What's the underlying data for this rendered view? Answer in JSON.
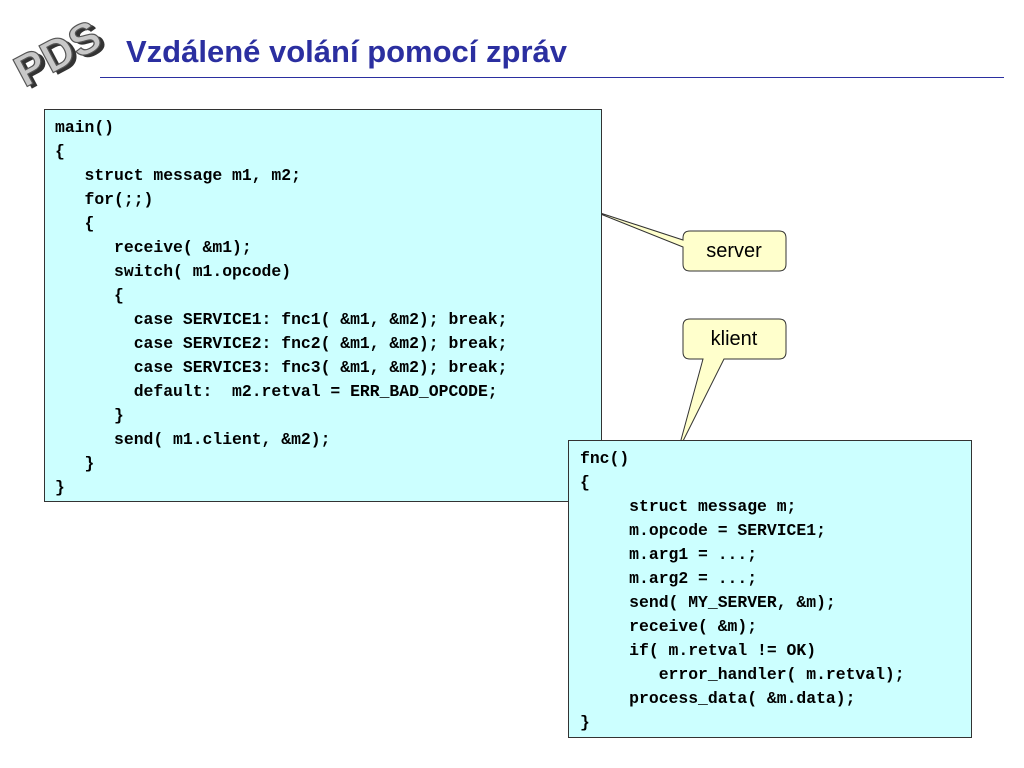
{
  "logo": {
    "text": "PDS"
  },
  "title": "Vzdálené volání pomocí zpráv",
  "server_code": [
    "main()",
    "{",
    "   struct message m1, m2;",
    "   for(;;)",
    "   {",
    "      receive( &m1);",
    "      switch( m1.opcode)",
    "      {",
    "        case SERVICE1: fnc1( &m1, &m2); break;",
    "        case SERVICE2: fnc2( &m1, &m2); break;",
    "        case SERVICE3: fnc3( &m1, &m2); break;",
    "        default:  m2.retval = ERR_BAD_OPCODE;",
    "      }",
    "      send( m1.client, &m2);",
    "   }",
    "}"
  ],
  "client_code": [
    "fnc()",
    "{",
    "     struct message m;",
    "     m.opcode = SERVICE1;",
    "     m.arg1 = ...;",
    "     m.arg2 = ...;",
    "     send( MY_SERVER, &m);",
    "     receive( &m);",
    "     if( m.retval != OK)",
    "        error_handler( m.retval);",
    "     process_data( &m.data);",
    "}"
  ],
  "callouts": {
    "server": "server",
    "klient": "klient"
  },
  "colors": {
    "title": "#2b2fa0",
    "code_background": "#ccffff",
    "callout_background": "#ffffcc"
  }
}
